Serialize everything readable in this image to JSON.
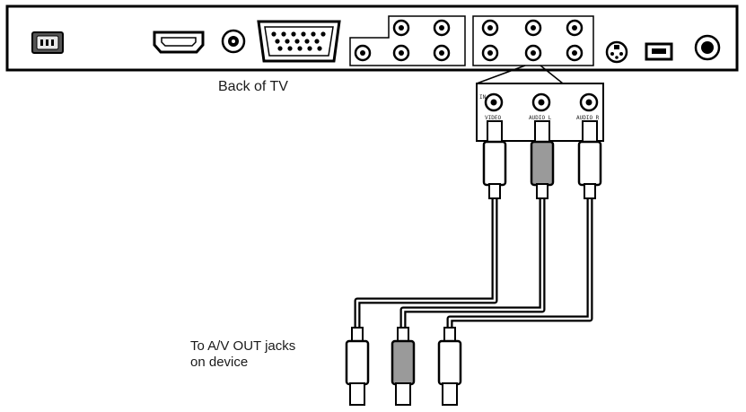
{
  "labels": {
    "back_of_tv": "Back of TV",
    "to_av_out_line1": "To A/V OUT jacks",
    "to_av_out_line2": "on device",
    "panel_in": "IN",
    "jack_video": "VIDEO",
    "jack_audio_l": "AUDIO L",
    "jack_audio_r": "AUDIO R"
  },
  "ports": [
    "power-inlet",
    "hdmi-port",
    "audio-jack",
    "vga-port",
    "component-jacks",
    "av-jacks",
    "s-video-port",
    "usb-port",
    "antenna-input"
  ],
  "cable_colors": {
    "video": "#ffffff",
    "audio_l": "#9a9a9a",
    "audio_r": "#ffffff"
  }
}
